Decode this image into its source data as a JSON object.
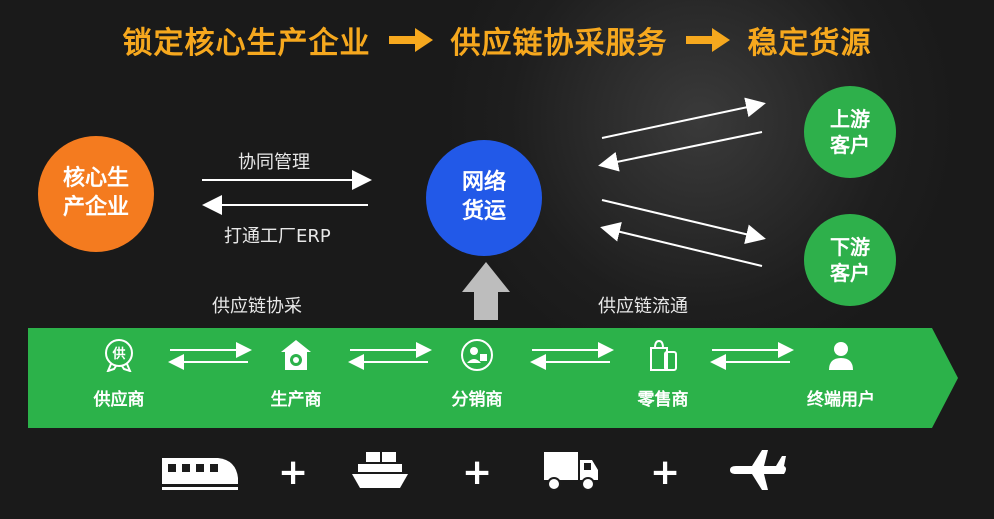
{
  "headline": {
    "part1": "锁定核心生产企业",
    "part2": "供应链协采服务",
    "part3": "稳定货源",
    "arrow_color": "#f6a81e"
  },
  "circles": {
    "core": "核心生产企业",
    "network": "网络货运",
    "upstream": "上游客户",
    "downstream": "下游客户"
  },
  "colors": {
    "core": "#f47b1f",
    "network": "#2259e8",
    "customer": "#2eb04b",
    "band": "#2cb24a",
    "headline": "#f6a81e"
  },
  "links": {
    "collab_mgmt": "协同管理",
    "erp": "打通工厂ERP",
    "procurement": "供应链协采",
    "circulation": "供应链流通"
  },
  "chain": [
    {
      "label": "供应商",
      "icon": "supplier-badge-icon"
    },
    {
      "label": "生产商",
      "icon": "factory-house-icon"
    },
    {
      "label": "分销商",
      "icon": "distributor-person-icon"
    },
    {
      "label": "零售商",
      "icon": "shopping-bag-phone-icon"
    },
    {
      "label": "终端用户",
      "icon": "user-icon"
    }
  ],
  "transport": [
    "train-icon",
    "ship-icon",
    "truck-icon",
    "airplane-icon"
  ],
  "plus_sign": "+"
}
